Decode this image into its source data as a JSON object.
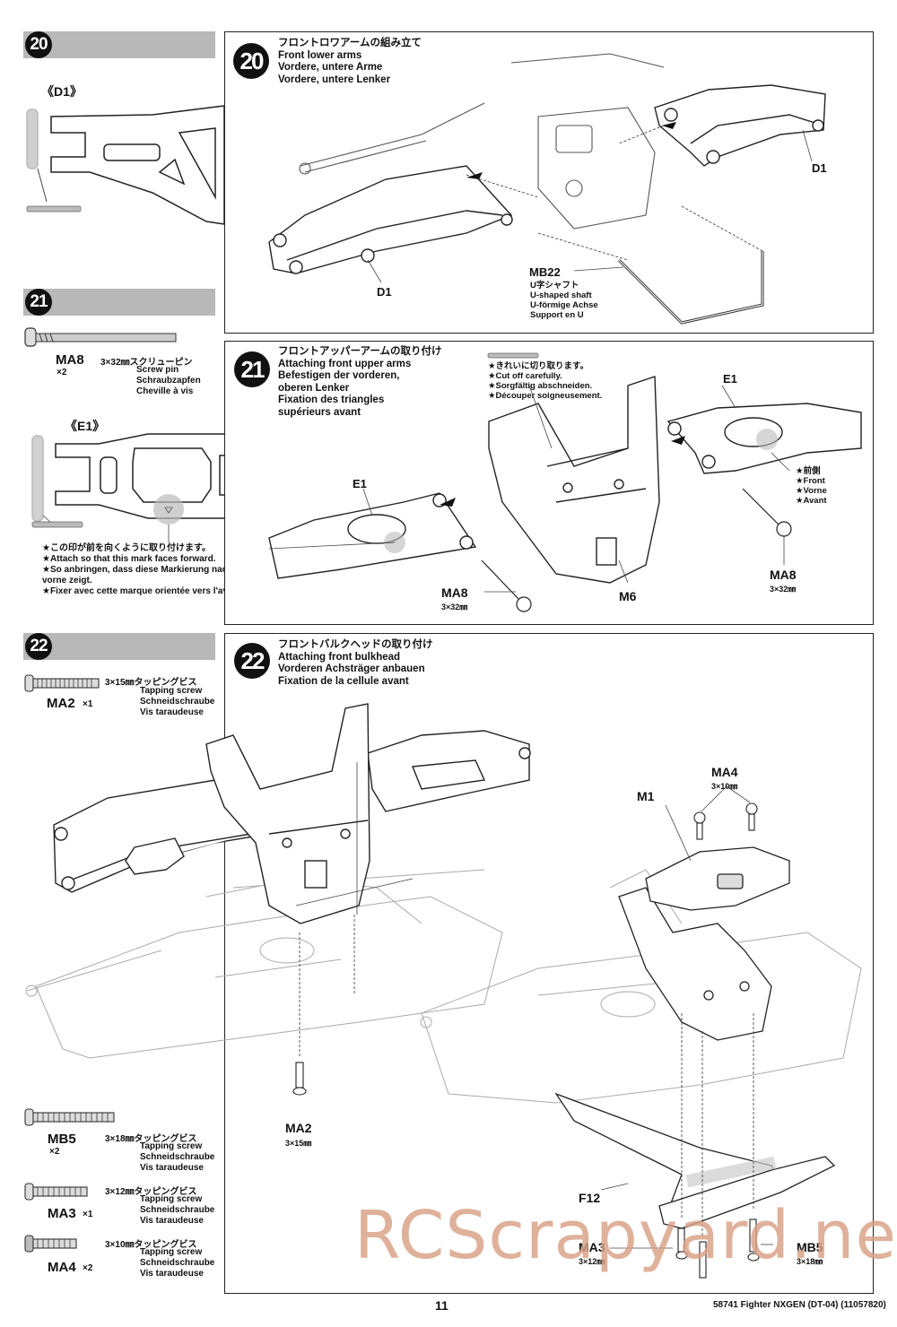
{
  "page": {
    "number": "11",
    "model": "58741 Fighter NXGEN (DT-04) (11057820)",
    "watermark": "RCScrapyard.net"
  },
  "steps": [
    {
      "number": "20",
      "titles": [
        "フロントロワアームの組み立て",
        "Front lower arms",
        "Vordere, untere Arme",
        "Vordere, untere Lenker"
      ],
      "sidebar": {
        "part_label": "《D1》"
      },
      "labels": {
        "d1_right": "D1",
        "d1_left": "D1",
        "mb22": "MB22",
        "mb22_desc": [
          "U字シャフト",
          "U-shaped shaft",
          "U-förmige Achse",
          "Support en U"
        ]
      }
    },
    {
      "number": "21",
      "titles": [
        "フロントアッパーアームの取り付け",
        "Attaching front upper arms",
        "Befestigen der vorderen,",
        "oberen Lenker",
        "Fixation des triangles",
        "supérieurs avant"
      ],
      "sidebar": {
        "screw_code": "MA8",
        "screw_qty": "×2",
        "screw_size": "3×32㎜スクリューピン",
        "screw_desc": [
          "Screw pin",
          "Schraubzapfen",
          "Cheville à vis"
        ],
        "part_label": "《E1》",
        "notes": [
          "★この印が前を向くように取り付けます。",
          "★Attach so that this mark faces forward.",
          "★So anbringen, dass diese Markierung nach",
          "vorne zeigt.",
          "★Fixer avec cette marque orientée vers l'avant."
        ]
      },
      "labels": {
        "cut_notes": [
          "★きれいに切り取ります。",
          "★Cut off carefully.",
          "★Sorgfältig abschneiden.",
          "★Découper soigneusement."
        ],
        "e1_right": "E1",
        "e1_left": "E1",
        "front_notes": [
          "★前側",
          "★Front",
          "★Vorne",
          "★Avant"
        ],
        "ma8_right": "MA8",
        "ma8_right_size": "3×32㎜",
        "ma8_left": "MA8",
        "ma8_left_size": "3×32㎜",
        "m6": "M6"
      }
    },
    {
      "number": "22",
      "titles": [
        "フロントバルクヘッドの取り付け",
        "Attaching front bulkhead",
        "Vorderen Achsträger anbauen",
        "Fixation de la cellule avant"
      ],
      "sidebar": {
        "screws": [
          {
            "code": "MA2",
            "qty": "×1",
            "size": "3×15㎜タッピングビス",
            "desc": [
              "Tapping screw",
              "Schneidschraube",
              "Vis taraudeuse"
            ]
          },
          {
            "code": "MB5",
            "qty": "×2",
            "size": "3×18㎜タッピングビス",
            "desc": [
              "Tapping screw",
              "Schneidschraube",
              "Vis taraudeuse"
            ]
          },
          {
            "code": "MA3",
            "qty": "×1",
            "size": "3×12㎜タッピングビス",
            "desc": [
              "Tapping screw",
              "Schneidschraube",
              "Vis taraudeuse"
            ]
          },
          {
            "code": "MA4",
            "qty": "×2",
            "size": "3×10㎜タッピングビス",
            "desc": [
              "Tapping screw",
              "Schneidschraube",
              "Vis taraudeuse"
            ]
          }
        ]
      },
      "labels": {
        "ma4": "MA4",
        "ma4_size": "3×10㎜",
        "m1": "M1",
        "ma2": "MA2",
        "ma2_size": "3×15㎜",
        "f12": "F12",
        "ma3": "MA3",
        "ma3_size": "3×12㎜",
        "mb5": "MB5",
        "mb5_size": "3×18㎜"
      }
    }
  ]
}
